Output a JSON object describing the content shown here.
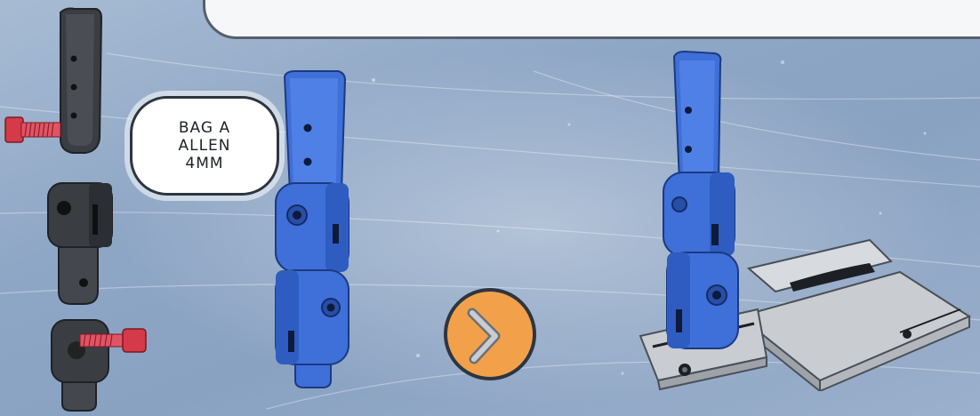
{
  "callout": {
    "lines": [
      "BAG A",
      "ALLEN",
      "4MM"
    ]
  },
  "icons": {
    "bolt": "socket-head-bolt-icon",
    "tool": "allen-key-icon"
  },
  "colors": {
    "part_blue": "#3f6fd8",
    "part_dark": "#3a3d42",
    "bolt_red": "#d43a48",
    "badge_orange": "#f2a14a",
    "metal": "#c9cdd2",
    "outline": "#2d3640"
  }
}
